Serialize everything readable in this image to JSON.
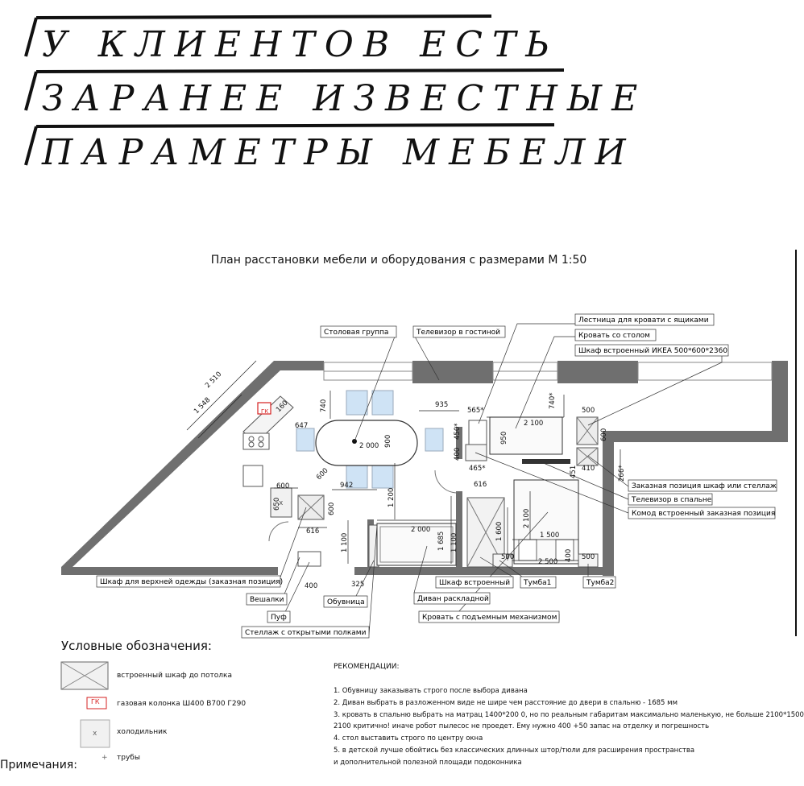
{
  "banner": {
    "line1": "У КЛИЕНТОВ ЕСТЬ",
    "line2": "ЗАРАНЕЕ ИЗВЕСТНЫЕ",
    "line3": "ПАРАМЕТРЫ МЕБЕЛИ"
  },
  "plan": {
    "title": "План расстановки мебели и оборудования с размерами М 1:50",
    "labels": {
      "dining_group": "Столовая группа",
      "tv_living": "Телевизор в гостиной",
      "ladder": "Лестница для кровати с ящиками",
      "bed_desk": "Кровать со столом",
      "ikea_wardrobe": "Шкаф встроенный ИКЕА 500*600*2360",
      "custom_shelf": "Заказная позиция шкаф или стеллаж",
      "tv_bedroom": "Телевизор в спальне",
      "dresser": "Комод встроенный заказная позиция",
      "outerwear": "Шкаф для верхней одежды (заказная позиция)",
      "hangers": "Вешалки",
      "pouf": "Пуф",
      "open_shelf": "Стеллаж с открытыми полками",
      "shoe_rack": "Обувница",
      "sofa_bed": "Диван раскладной",
      "builtin_wardrobe": "Шкаф встроенный",
      "nightstand1": "Тумба1",
      "nightstand2": "Тумба2",
      "lift_bed": "Кровать с подъемным механизмом"
    },
    "dims": {
      "d2510": "2 510",
      "d1548": "1 548",
      "d160": "160",
      "d740a": "740",
      "d647": "647",
      "d935": "935",
      "d565": "565*",
      "d740b": "740*",
      "d500a": "500",
      "d2100a": "2 100",
      "d450": "450*",
      "d950": "950",
      "d600a": "600",
      "d2000a": "2 000",
      "d900": "900",
      "d400a": "400",
      "d465": "465*",
      "d451": "451",
      "d410": "410",
      "d266": "266*",
      "d600b": "600",
      "d942": "942",
      "d600c": "600",
      "d600d": "600",
      "d650": "650",
      "d616a": "616",
      "d1200": "1 200",
      "d616b": "616",
      "d2000b": "2 000",
      "d1685": "1 685",
      "d1100a": "1 100",
      "d1100b": "1 100",
      "d1600": "1 600",
      "d2100b": "2 100",
      "d1500": "1 500",
      "d500b": "500",
      "d2500": "2 500",
      "d400b": "400",
      "d500c": "500",
      "d400c": "400",
      "d325": "325",
      "gk": "ГК"
    }
  },
  "legend": {
    "title": "Условные обозначения:",
    "wardrobe": "встроенный шкаф до потолка",
    "gas_marker": "ГК",
    "gas": "газовая колонка Ш400 В700 Г290",
    "fridge_marker": "х",
    "fridge": "холодильник",
    "pipes_marker": "+",
    "pipes": "трубы"
  },
  "recommendations": {
    "title": "РЕКОМЕНДАЦИИ:",
    "items": [
      "1. Обувницу заказывать строго после выбора дивана",
      "2. Диван выбрать в разложенном виде не шире чем расстояние до двери в спальню - 1685 мм",
      "3. кровать в спальню выбрать на матрац 1400*200 0,  но по реальным габаритам максимально маленькую, не больше 2100*1500",
      "2100 критично! иначе робот пылесос не проедет. Ему нужно 400 +50 запас на отделку и погрешность",
      "4. стол выставить строго по центру окна",
      "5.  в детской лучше обойтись без классических длинных штор/тюли для расширения пространства",
      "и дополнительной полезной площади подоконника"
    ]
  },
  "footer": {
    "cut_text": "Примечания:"
  },
  "colors": {
    "wall": "#6f6f6f",
    "window_blue": "#cfe3f5",
    "gas_red": "#d62020"
  }
}
